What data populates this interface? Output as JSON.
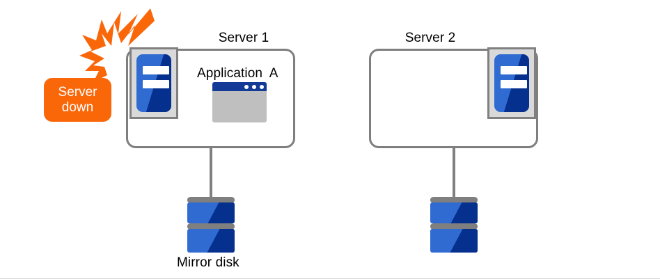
{
  "diagram": {
    "title_nodes": [
      {
        "id": "server1",
        "label": "Server 1"
      },
      {
        "id": "server2",
        "label": "Server 2"
      }
    ],
    "server1": {
      "title": "Server 1",
      "machine_icon": "server-machine-icon",
      "application": {
        "label": "Application  A",
        "icon": "application-window-icon",
        "titlebar_color": "#123a96",
        "body_color": "#bfbfbf",
        "dot_count": 3
      },
      "status": "down"
    },
    "server2": {
      "title": "Server 2",
      "machine_icon": "server-machine-icon",
      "application": null,
      "status": "standby"
    },
    "alert": {
      "icon": "explosion-burst-icon",
      "badge_line1": "Server",
      "badge_line2": "down",
      "badge_text": "Server\ndown",
      "color": "#f96709",
      "text_color": "#ffffff"
    },
    "storage": [
      {
        "id": "mirror-disk-1",
        "label": "Mirror disk",
        "icon": "disk-stack-icon",
        "attached_to": "Server 1"
      },
      {
        "id": "mirror-disk-2",
        "label": "",
        "icon": "disk-stack-icon",
        "attached_to": "Server 2"
      }
    ],
    "storage_label": "Mirror disk",
    "colors": {
      "box_border": "#7f7f7f",
      "icon_tray": "#d9d9d9",
      "icon_tray_border": "#808080",
      "blue_light": "#2f6bd0",
      "blue_dark": "#06308e",
      "connector": "#808080",
      "alert_orange": "#f96709",
      "text": "#000000"
    }
  }
}
